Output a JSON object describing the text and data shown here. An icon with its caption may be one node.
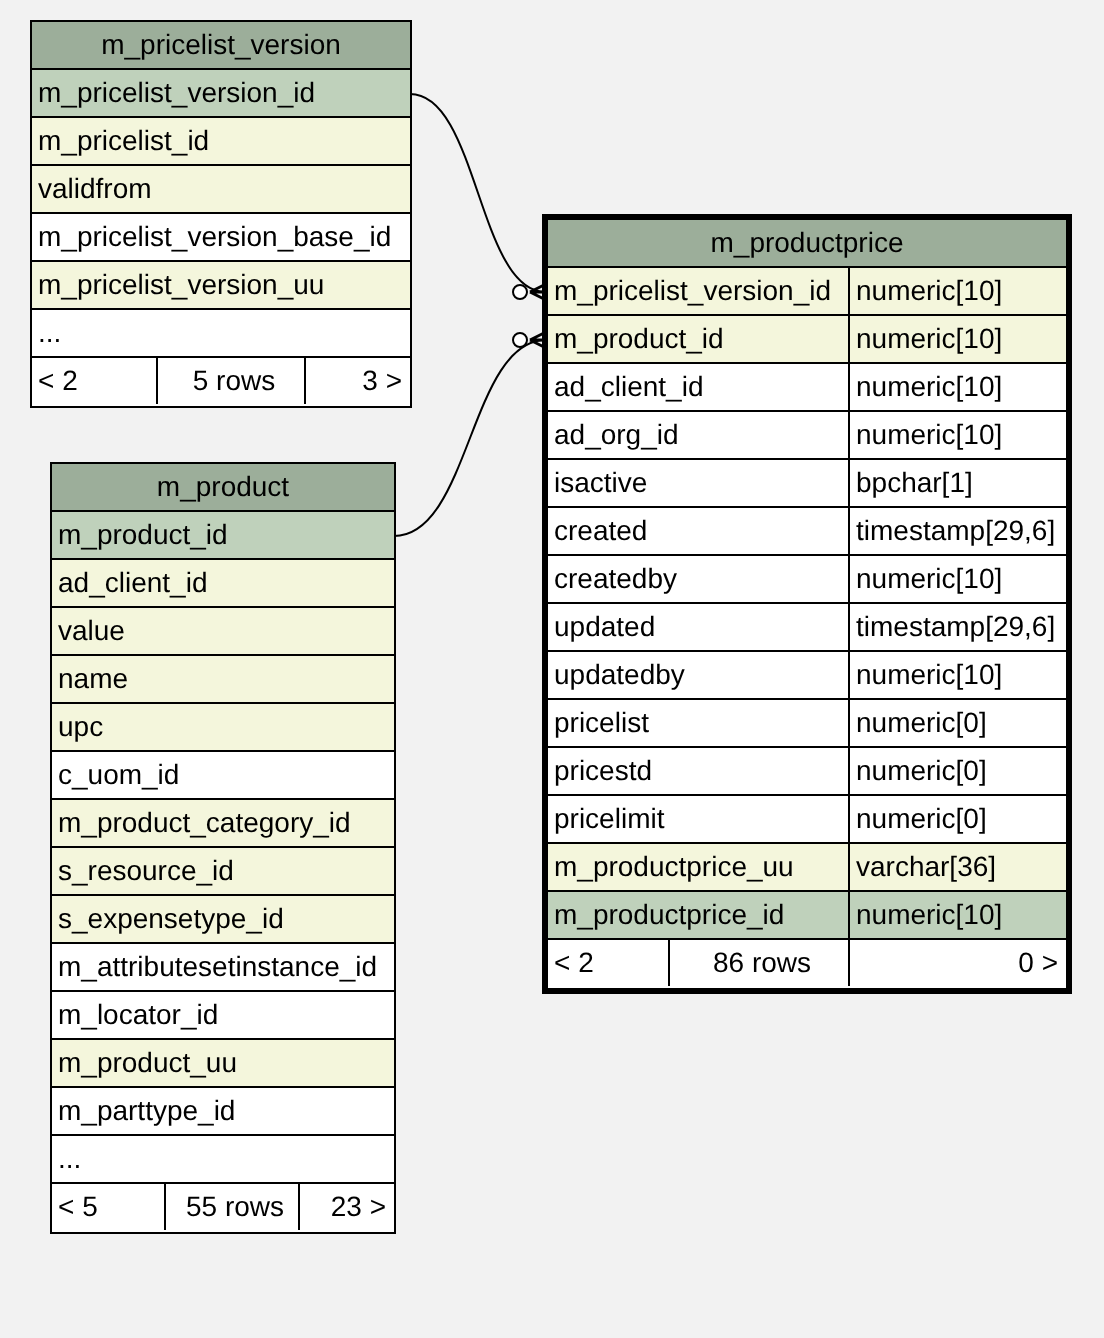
{
  "diagram": {
    "nodes": [
      {
        "text": [
          "m_pricelist_version"
        ]
      },
      {
        "text": [
          "m_pricelist_version_id"
        ],
        "in": 0
      },
      {
        "text": [
          "m_pricelist_id"
        ],
        "in": 0
      },
      {
        "text": [
          "validfrom"
        ],
        "in": 0
      },
      {
        "text": [
          "m_pricelist_version_base_id"
        ],
        "in": 0
      },
      {
        "text": [
          "m_pricelist_version_uu"
        ],
        "in": 0
      },
      {
        "text": [
          "..."
        ],
        "in": 0
      },
      {
        "text": [
          "< 2",
          "5 rows",
          "3 >"
        ],
        "in": 0
      },
      {
        "text": [
          "m_product"
        ]
      },
      {
        "text": [
          "m_product_id"
        ],
        "in": 8
      },
      {
        "text": [
          "ad_client_id"
        ],
        "in": 8
      },
      {
        "text": [
          "value"
        ],
        "in": 8
      },
      {
        "text": [
          "name"
        ],
        "in": 8
      },
      {
        "text": [
          "upc"
        ],
        "in": 8
      },
      {
        "text": [
          "c_uom_id"
        ],
        "in": 8
      },
      {
        "text": [
          "m_product_category_id"
        ],
        "in": 8
      },
      {
        "text": [
          "s_resource_id"
        ],
        "in": 8
      },
      {
        "text": [
          "s_expensetype_id"
        ],
        "in": 8
      },
      {
        "text": [
          "m_attributesetinstance_id"
        ],
        "in": 8
      },
      {
        "text": [
          "m_locator_id"
        ],
        "in": 8
      },
      {
        "text": [
          "m_product_uu"
        ],
        "in": 8
      },
      {
        "text": [
          "m_parttype_id"
        ],
        "in": 8
      },
      {
        "text": [
          "..."
        ],
        "in": 8
      },
      {
        "text": [
          "< 5",
          "55 rows",
          "23 >"
        ],
        "in": 8
      },
      {
        "text": [
          "m_productprice"
        ]
      },
      {
        "text": [
          "m_pricelist_version_id",
          "numeric[10]"
        ],
        "in": 24
      },
      {
        "text": [
          "m_product_id",
          "numeric[10]"
        ],
        "in": 24
      },
      {
        "text": [
          "ad_client_id",
          "numeric[10]"
        ],
        "in": 24
      },
      {
        "text": [
          "ad_org_id",
          "numeric[10]"
        ],
        "in": 24
      },
      {
        "text": [
          "isactive",
          "bpchar[1]"
        ],
        "in": 24
      },
      {
        "text": [
          "created",
          "timestamp[29,6]"
        ],
        "in": 24
      },
      {
        "text": [
          "createdby",
          "numeric[10]"
        ],
        "in": 24
      },
      {
        "text": [
          "updated",
          "timestamp[29,6]"
        ],
        "in": 24
      },
      {
        "text": [
          "updatedby",
          "numeric[10]"
        ],
        "in": 24
      },
      {
        "text": [
          "pricelist",
          "numeric[0]"
        ],
        "in": 24
      },
      {
        "text": [
          "pricestd",
          "numeric[0]"
        ],
        "in": 24
      },
      {
        "text": [
          "pricelimit",
          "numeric[0]"
        ],
        "in": 24
      },
      {
        "text": [
          "m_productprice_uu",
          "varchar[36]"
        ],
        "in": 24
      },
      {
        "text": [
          "m_productprice_id",
          "numeric[10]"
        ],
        "in": 24
      },
      {
        "text": [
          "< 2",
          "86 rows",
          "0 >"
        ],
        "in": 24
      }
    ],
    "edges": [
      {
        "from": 1,
        "to": 25,
        "arrow": "other"
      },
      {
        "from": 9,
        "to": 26,
        "arrow": "other"
      }
    ]
  }
}
